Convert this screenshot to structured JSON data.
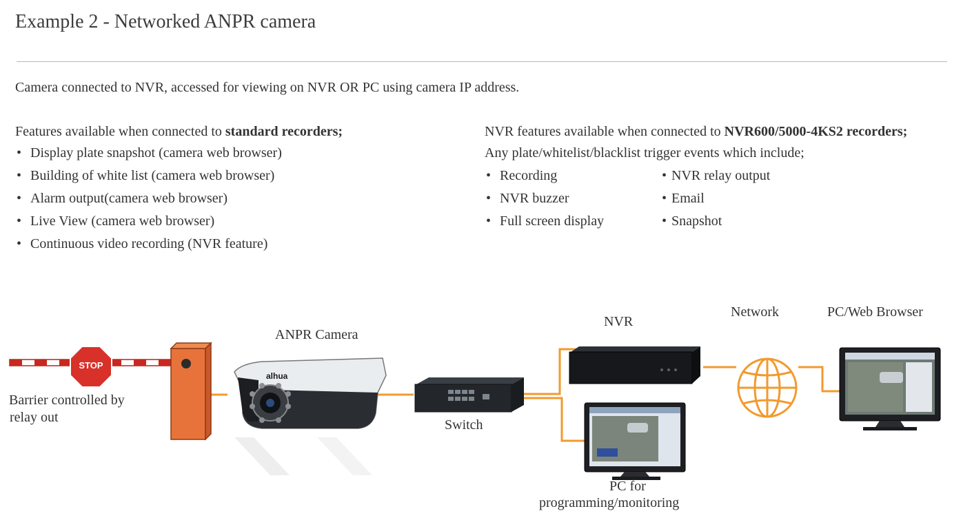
{
  "title": "Example 2 - Networked ANPR camera",
  "intro": "Camera connected to NVR, accessed for viewing on NVR OR PC using camera IP address.",
  "left_features": {
    "heading_prefix": "Features available when connected to ",
    "heading_bold": "standard recorders;",
    "items": [
      "Display plate snapshot (camera web browser)",
      "Building of white list (camera web browser)",
      "Alarm output(camera web browser)",
      "Live View (camera web browser)",
      "Continuous video recording (NVR feature)"
    ]
  },
  "right_features": {
    "heading_prefix": "NVR features available when connected to ",
    "heading_bold": "NVR600/5000-4KS2 recorders;",
    "subheading": "Any plate/whitelist/blacklist trigger events which include;",
    "col1": [
      "Recording",
      "NVR buzzer",
      "Full screen display"
    ],
    "col2": [
      "NVR relay output",
      "Email",
      "Snapshot"
    ]
  },
  "diagram": {
    "barrier_label_line1": "Barrier controlled by",
    "barrier_label_line2": "relay out",
    "stop_sign_text": "STOP",
    "camera_label": "ANPR Camera",
    "camera_brand": "alhua",
    "switch_label": "Switch",
    "nvr_label": "NVR",
    "network_label": "Network",
    "pc_web_label": "PC/Web Browser",
    "pc_prog_label_line1": "PC for",
    "pc_prog_label_line2": "programming/monitoring",
    "colors": {
      "connector": "#f29a2e",
      "barrier": "#e8733a",
      "stop": "#d7312a",
      "network_globe": "#f29a2e"
    }
  }
}
